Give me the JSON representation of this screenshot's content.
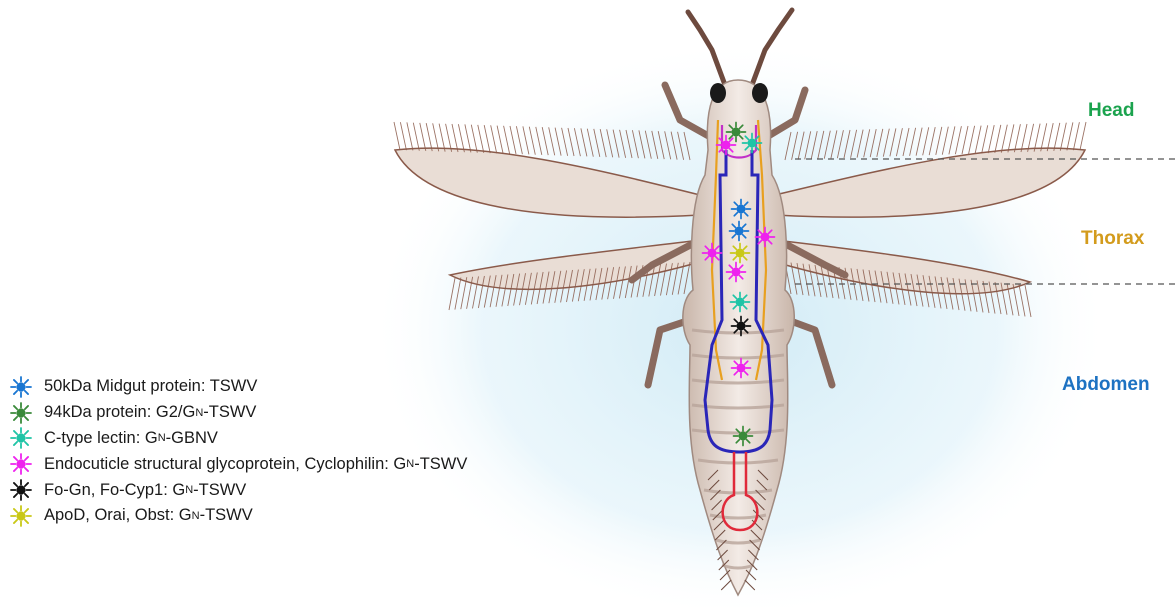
{
  "colors": {
    "head": "#1ba34e",
    "thorax": "#d39b1c",
    "abdomen": "#1d72c2",
    "blue_marker": "#1976d2",
    "green_marker": "#3a8a3a",
    "teal_marker": "#1fc4a6",
    "magenta_marker": "#ee22ee",
    "black_marker": "#111111",
    "yellow_marker": "#c9c817",
    "gut_outline": "#2a26b8",
    "salivary_outline": "#e8a020",
    "hindgut_outline": "#e02a3a",
    "foregut_outline": "#c230c8"
  },
  "regions": {
    "head": "Head",
    "thorax": "Thorax",
    "abdomen": "Abdomen"
  },
  "legend": [
    {
      "color_key": "blue_marker",
      "text": "50kDa Midgut protein: TSWV",
      "sub": "",
      "tail": ""
    },
    {
      "color_key": "green_marker",
      "text": "94kDa protein: G2/G",
      "sub": "N",
      "tail": "-TSWV"
    },
    {
      "color_key": "teal_marker",
      "text": "C-type lectin: G",
      "sub": "N",
      "tail": "-GBNV"
    },
    {
      "color_key": "magenta_marker",
      "text": "Endocuticle structural glycoprotein, Cyclophilin: G",
      "sub": "N",
      "tail": "-TSWV"
    },
    {
      "color_key": "black_marker",
      "text": "Fo-Gn, Fo-Cyp1: G",
      "sub": "N",
      "tail": "-TSWV"
    },
    {
      "color_key": "yellow_marker",
      "text": "ApoD, Orai, Obst: G",
      "sub": "N",
      "tail": "-TSWV"
    }
  ],
  "markers": [
    {
      "color_key": "green_marker"
    },
    {
      "color_key": "magenta_marker"
    },
    {
      "color_key": "teal_marker"
    },
    {
      "color_key": "blue_marker"
    },
    {
      "color_key": "blue_marker"
    },
    {
      "color_key": "magenta_marker"
    },
    {
      "color_key": "magenta_marker"
    },
    {
      "color_key": "yellow_marker"
    },
    {
      "color_key": "magenta_marker"
    },
    {
      "color_key": "teal_marker"
    },
    {
      "color_key": "black_marker"
    },
    {
      "color_key": "magenta_marker"
    },
    {
      "color_key": "green_marker"
    }
  ]
}
